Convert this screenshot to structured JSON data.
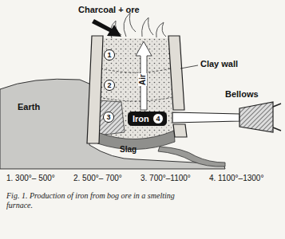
{
  "diagram": {
    "caption": "Fig. 1. Production of iron from bog ore in a smelting furnace.",
    "nodes": [
      {
        "text": [
          "1"
        ]
      },
      {
        "text": [
          "2"
        ]
      },
      {
        "text": [
          "3"
        ]
      },
      {
        "text": [
          "Iron"
        ]
      },
      {
        "text": [
          "4"
        ],
        "in": 3
      }
    ],
    "labels": [
      "Charcoal + ore",
      "Clay wall",
      "Earth",
      "Bellows",
      "Air",
      "Slag",
      "1.  300°– 500°",
      "2.  500°– 700°",
      "3.  700°–1100°",
      "4.  1100°–1300°"
    ]
  }
}
